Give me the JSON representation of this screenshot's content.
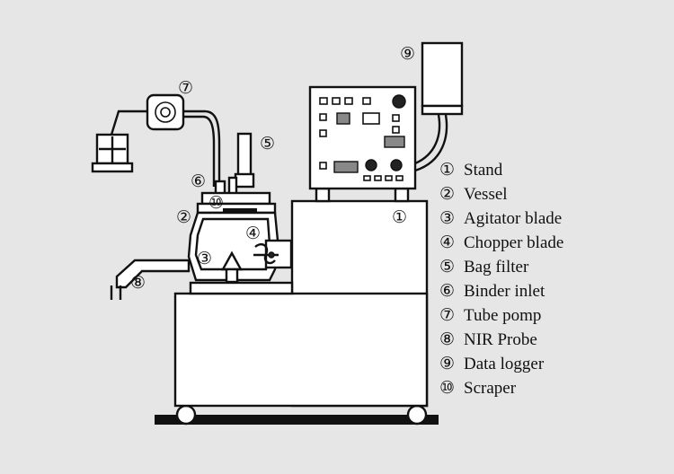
{
  "callouts": {
    "stand": "①",
    "vessel": "②",
    "agitator": "③",
    "chopper": "④",
    "bag_filter": "⑤",
    "binder_inlet": "⑥",
    "tube_pump": "⑦",
    "nir_probe": "⑧",
    "data_logger": "⑨",
    "scraper": "⑩"
  },
  "legend": [
    {
      "num": "①",
      "label": "Stand"
    },
    {
      "num": "②",
      "label": "Vessel"
    },
    {
      "num": "③",
      "label": "Agitator blade"
    },
    {
      "num": "④",
      "label": "Chopper blade"
    },
    {
      "num": "⑤",
      "label": "Bag filter"
    },
    {
      "num": "⑥",
      "label": "Binder inlet"
    },
    {
      "num": "⑦",
      "label": "Tube pomp"
    },
    {
      "num": "⑧",
      "label": "NIR Probe"
    },
    {
      "num": "⑨",
      "label": "Data logger"
    },
    {
      "num": "⑩",
      "label": "Scraper"
    }
  ]
}
